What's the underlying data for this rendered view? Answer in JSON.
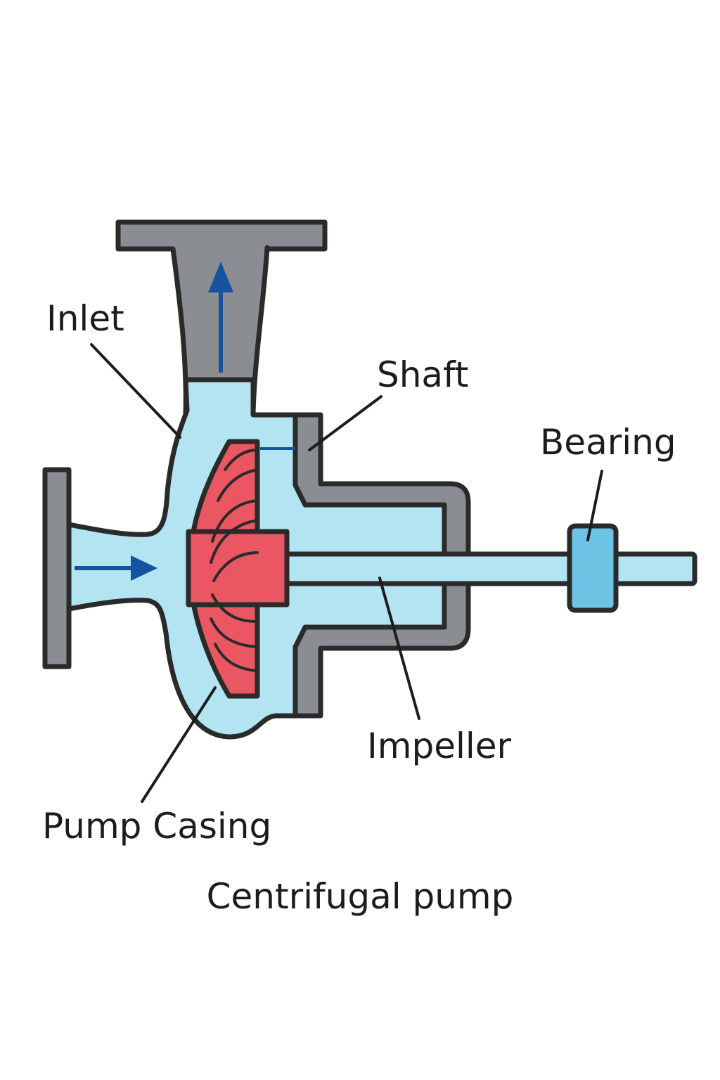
{
  "title": "Centrifugal pump",
  "labels": {
    "inlet": "Inlet",
    "shaft": "Shaft",
    "bearing": "Bearing",
    "impeller": "Impeller",
    "pump_casing": "Pump Casing"
  },
  "colors": {
    "casing_gray": "#8a8d92",
    "water_blue": "#b3e4f2",
    "impeller_red": "#ea5762",
    "bearing_blue": "#6cc3e3",
    "arrow_blue": "#1552a0",
    "outline": "#2a2a2a"
  }
}
